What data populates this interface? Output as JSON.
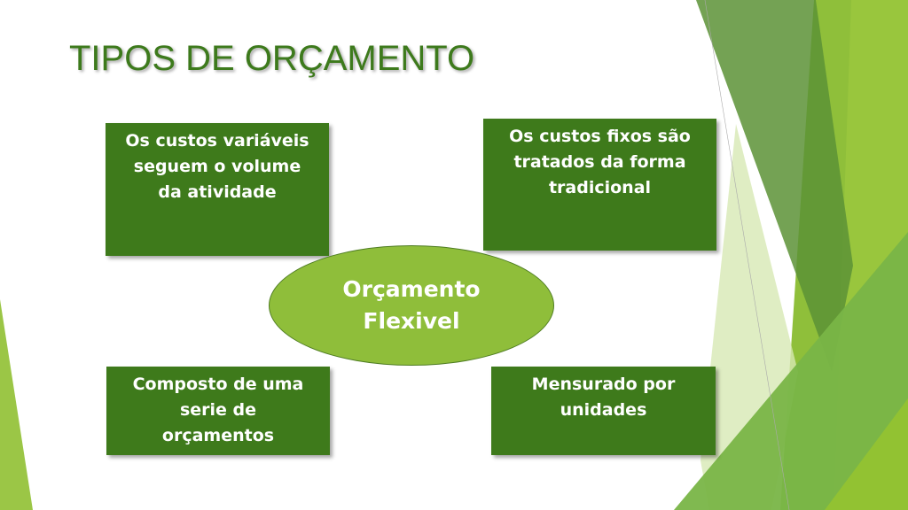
{
  "title": "TIPOS DE ORÇAMENTO",
  "center": {
    "line1": "Orçamento",
    "line2": "Flexivel"
  },
  "boxes": [
    {
      "lines": [
        "Os custos variáveis",
        "seguem o volume",
        "da atividade"
      ]
    },
    {
      "lines": [
        "Os custos fixos são",
        "tratados da forma",
        "tradicional"
      ]
    },
    {
      "lines": [
        "Composto de uma",
        "serie de",
        "orçamentos"
      ]
    },
    {
      "lines": [
        "Mensurado por",
        "unidades"
      ]
    }
  ],
  "colors": {
    "box": "#3e7a1b",
    "ellipse": "#8fbe3a",
    "title": "#3d7a1c"
  }
}
